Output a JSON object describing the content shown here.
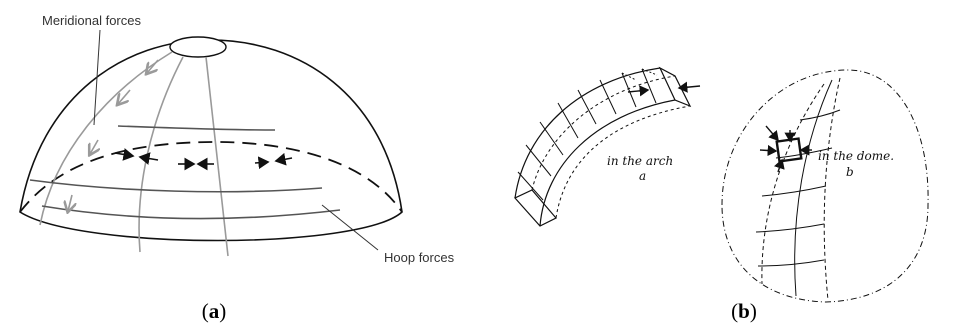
{
  "panel_a": {
    "meridional_label": "Meridional forces",
    "hoop_label": "Hoop forces",
    "caption_open": "(",
    "caption_letter": "a",
    "caption_close": ")"
  },
  "panel_b": {
    "arch_label": "in the arch",
    "arch_sub": "a",
    "dome_label": "in the dome.",
    "dome_sub": "b",
    "caption_open": "(",
    "caption_letter": "b",
    "caption_close": ")"
  },
  "colors": {
    "outline": "#111111",
    "meridian_gray": "#9a9a9a",
    "hoop_line": "#555555"
  }
}
